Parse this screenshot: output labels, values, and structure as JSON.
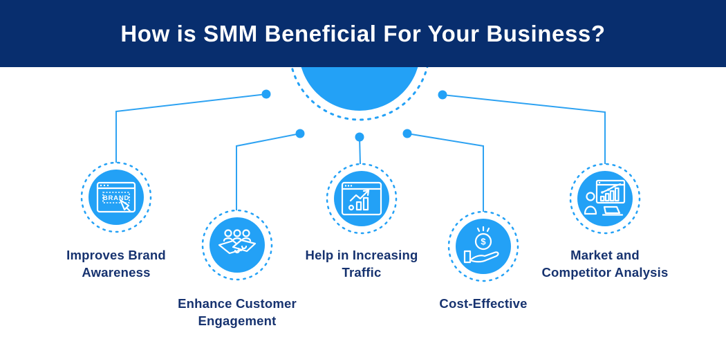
{
  "header": {
    "title": "How is SMM Beneficial For Your Business?"
  },
  "colors": {
    "banner_navy": "#082e6e",
    "accent_azure": "#23a1f6",
    "connector_blue": "#2da2f2",
    "label_navy": "#16326f",
    "icon_white": "#ffffff"
  },
  "hub": {
    "name": "smm-central-circle"
  },
  "nodes": [
    {
      "id": "brand-awareness",
      "label": "Improves Brand Awareness",
      "icon": "browser-brand-icon",
      "icon_text": "BRAND"
    },
    {
      "id": "customer-engagement",
      "label": "Enhance Customer Engagement",
      "icon": "people-handshake-icon"
    },
    {
      "id": "increasing-traffic",
      "label": "Help in Increasing Traffic",
      "icon": "browser-growth-chart-icon"
    },
    {
      "id": "cost-effective",
      "label": "Cost-Effective",
      "icon": "hand-dollar-coin-icon",
      "icon_text": "$"
    },
    {
      "id": "market-competitor-analysis",
      "label": "Market and Competitor Analysis",
      "icon": "person-analytics-chart-icon"
    }
  ]
}
